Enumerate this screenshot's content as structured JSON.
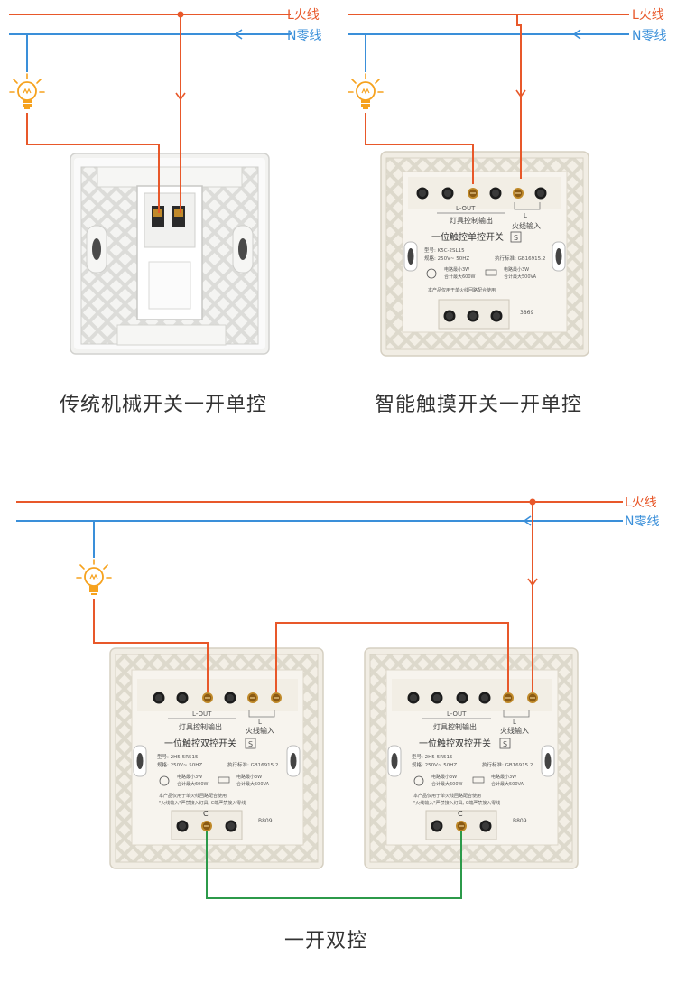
{
  "wire_labels": {
    "live": "L火线",
    "neutral": "N零线"
  },
  "panel_text": {
    "l_out": "L-OUT",
    "output": "灯具控制输出",
    "live_in": "火线输入",
    "l_mark": "L",
    "c_mark": "C",
    "single_title": "一位触控单控开关",
    "double_title": "一位触控双控开关",
    "s_mark": "S",
    "model_single": "型号: K5C-2SL15",
    "model_double": "型号: 2H5-5R515",
    "voltage": "规格: 250V~ 50HZ",
    "standard": "执行标准: GB16915.2",
    "load_min": "电路最小3W",
    "load_max": "合计最大600W",
    "power_min": "电路最小3W",
    "power_max": "合计最大500VA",
    "warning_1": "本产品仅用于单火线回路配合使用",
    "warning_2": "\"火线输入\"严禁接入灯具, C端严禁接入零线",
    "code_single": "3869",
    "code_double": "B809"
  },
  "captions": {
    "mechanical": "传统机械开关一开单控",
    "smart_single": "智能触摸开关一开单控",
    "dual": "一开双控"
  },
  "colors": {
    "live": "#e8582a",
    "neutral": "#3a8fd9",
    "traveler": "#2c9a4a",
    "bulb": "#f6a21e"
  }
}
